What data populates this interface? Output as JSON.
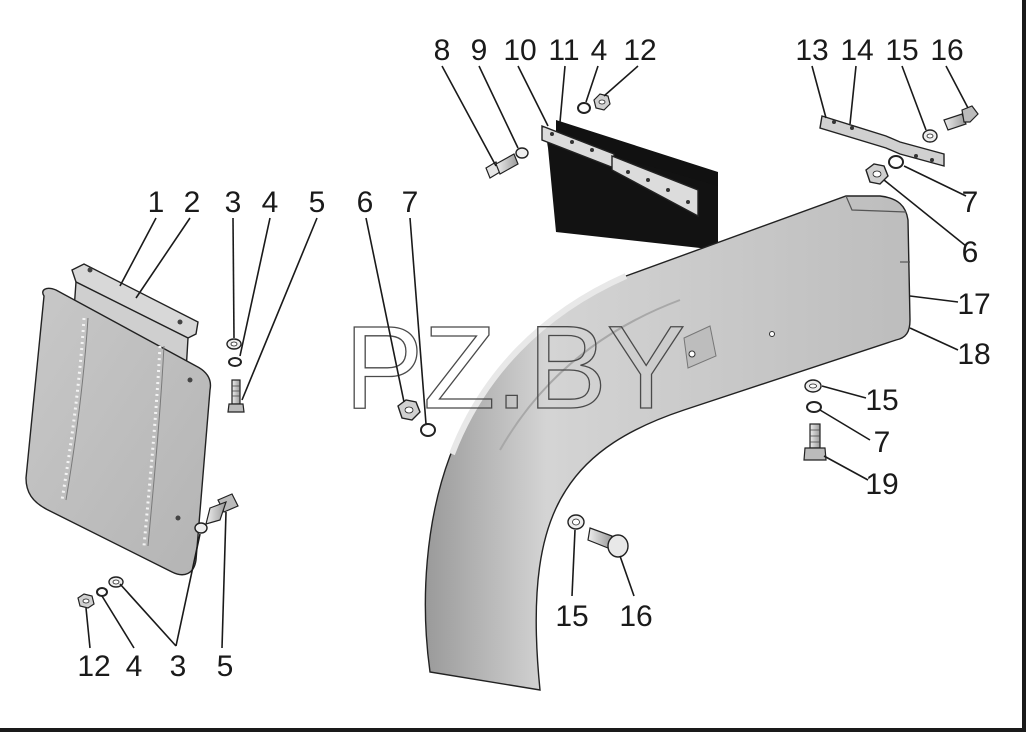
{
  "watermark": "PZ.BY",
  "callouts": [
    {
      "id": "c1",
      "text": "1"
    },
    {
      "id": "c2",
      "text": "2"
    },
    {
      "id": "c3a",
      "text": "3"
    },
    {
      "id": "c4a",
      "text": "4"
    },
    {
      "id": "c5a",
      "text": "5"
    },
    {
      "id": "c6a",
      "text": "6"
    },
    {
      "id": "c7a",
      "text": "7"
    },
    {
      "id": "c8",
      "text": "8"
    },
    {
      "id": "c9",
      "text": "9"
    },
    {
      "id": "c10",
      "text": "10"
    },
    {
      "id": "c11",
      "text": "11"
    },
    {
      "id": "c4b",
      "text": "4"
    },
    {
      "id": "c12a",
      "text": "12"
    },
    {
      "id": "c13",
      "text": "13"
    },
    {
      "id": "c14",
      "text": "14"
    },
    {
      "id": "c15a",
      "text": "15"
    },
    {
      "id": "c16a",
      "text": "16"
    },
    {
      "id": "c7b",
      "text": "7"
    },
    {
      "id": "c6b",
      "text": "6"
    },
    {
      "id": "c17",
      "text": "17"
    },
    {
      "id": "c18",
      "text": "18"
    },
    {
      "id": "c15b",
      "text": "15"
    },
    {
      "id": "c7c",
      "text": "7"
    },
    {
      "id": "c19",
      "text": "19"
    },
    {
      "id": "c15c",
      "text": "15"
    },
    {
      "id": "c16b",
      "text": "16"
    },
    {
      "id": "c12b",
      "text": "12"
    },
    {
      "id": "c4c",
      "text": "4"
    },
    {
      "id": "c3b",
      "text": "3"
    },
    {
      "id": "c5b",
      "text": "5"
    }
  ]
}
